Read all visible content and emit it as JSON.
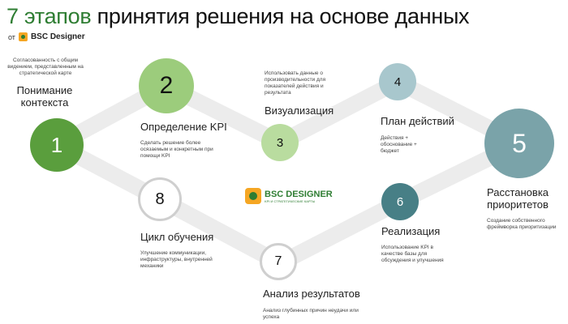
{
  "header": {
    "title_accent": "7 этапов",
    "title_rest": " принятия решения на основе данных",
    "by": "от",
    "brand": "BSC Designer"
  },
  "center_logo": {
    "name": "BSC DESIGNER",
    "tagline": "KPI И СТРАТЕГИЧЕСКИЕ КАРТЫ"
  },
  "steps": [
    {
      "number": "1",
      "label": "Понимание\nконтекста",
      "description": "Согласованность с общим видением, представленным на стратегической карте",
      "color": "#5a9e3d"
    },
    {
      "number": "2",
      "label": "Определение KPI",
      "description": "Сделать решение более осязаемым и конкретным при помощи KPI",
      "color": "#9ccc7c"
    },
    {
      "number": "3",
      "label": "Визуализация",
      "description": "Использовать данные о производительности для показателей действия и результата",
      "color": "#b9dc9f"
    },
    {
      "number": "4",
      "label": "План действий",
      "description": "Действия + обоснование + бюджет",
      "color": "#a8c7cd"
    },
    {
      "number": "5",
      "label": "Расстановка\nприоритетов",
      "description": "Создание собственного фреймворка приоритизации",
      "color": "#7aa3a9"
    },
    {
      "number": "6",
      "label": "Реализация",
      "description": "Использование KPI в качестве базы для обсуждения и улучшения",
      "color": "#477f86"
    },
    {
      "number": "7",
      "label": "Анализ результатов",
      "description": "Анализ глубинных причин неудачи или успеха",
      "color": "#ffffff"
    },
    {
      "number": "8",
      "label": "Цикл обучения",
      "description": "Улучшение коммуникации, инфраструктуры, внутренней механики",
      "color": "#ffffff"
    }
  ]
}
